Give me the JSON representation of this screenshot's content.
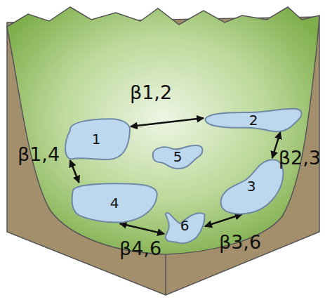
{
  "diagram": {
    "nodes": [
      {
        "text": [
          "1"
        ]
      },
      {
        "text": [
          "2"
        ]
      },
      {
        "text": [
          "3"
        ]
      },
      {
        "text": [
          "4"
        ]
      },
      {
        "text": [
          "5"
        ]
      },
      {
        "text": [
          "6"
        ]
      }
    ],
    "edges": [
      {
        "from": 0,
        "to": 1,
        "arrow": "both",
        "label": "β1,2"
      },
      {
        "from": 1,
        "to": 2,
        "arrow": "both",
        "label": "β2,3"
      },
      {
        "from": 0,
        "to": 3,
        "arrow": "both",
        "label": "β1,4"
      },
      {
        "from": 2,
        "to": 5,
        "arrow": "both",
        "label": "β3,6"
      },
      {
        "from": 3,
        "to": 5,
        "arrow": "both",
        "label": "β4,6"
      }
    ]
  }
}
